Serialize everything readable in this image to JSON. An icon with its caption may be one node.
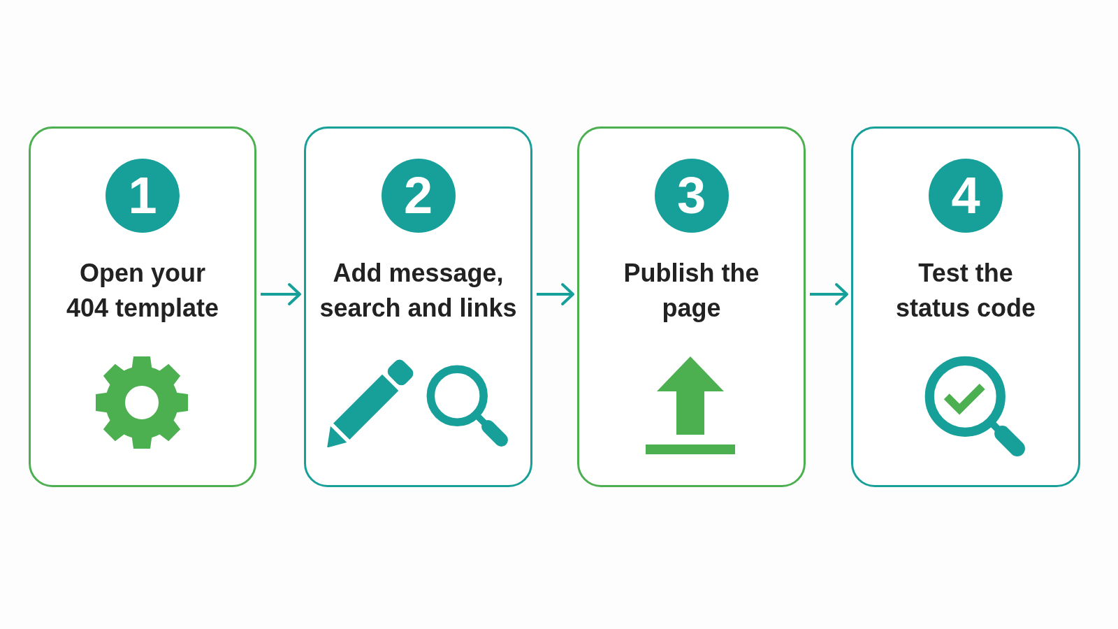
{
  "diagram": {
    "nodes": [
      {
        "text": [
          "Open your 404 template"
        ]
      },
      {
        "text": [
          "1"
        ],
        "in": 0
      },
      {
        "text": [
          "Add message, search and links"
        ]
      },
      {
        "text": [
          "2"
        ],
        "in": 2
      },
      {
        "text": [
          "Publish the page"
        ]
      },
      {
        "text": [
          "3"
        ],
        "in": 4
      },
      {
        "text": [
          "Test the status code"
        ]
      },
      {
        "text": [
          "4"
        ],
        "in": 6
      }
    ],
    "edges": [
      {
        "from": 0,
        "to": 2,
        "arrow": "to"
      },
      {
        "from": 2,
        "to": 4,
        "arrow": "to"
      },
      {
        "from": 4,
        "to": 6,
        "arrow": "to"
      }
    ]
  }
}
